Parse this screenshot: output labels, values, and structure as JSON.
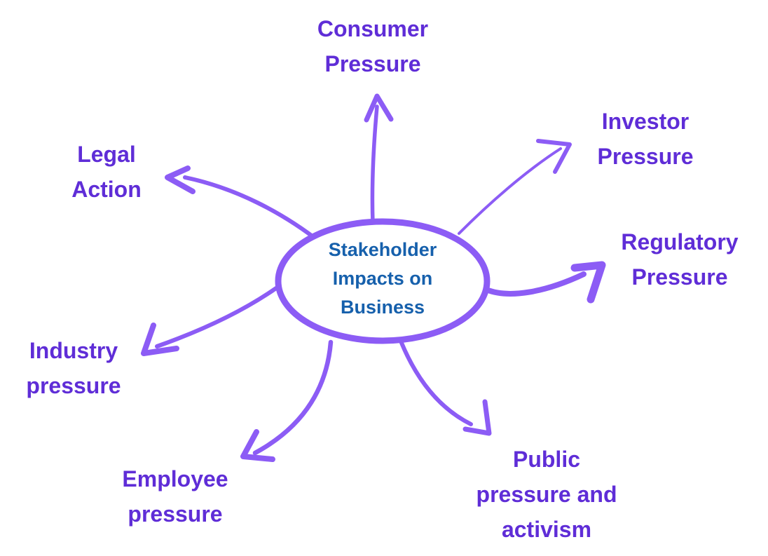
{
  "diagram": {
    "type": "mindmap",
    "center": {
      "label": "Stakeholder Impacts on Business",
      "lines": [
        "Stakeholder",
        "Impacts on",
        "Business"
      ]
    },
    "nodes": [
      {
        "id": "consumer-pressure",
        "label": "Consumer Pressure",
        "lines": [
          "Consumer",
          "Pressure"
        ],
        "direction": "top"
      },
      {
        "id": "investor-pressure",
        "label": "Investor Pressure",
        "lines": [
          "Investor",
          "Pressure"
        ],
        "direction": "top-right"
      },
      {
        "id": "regulatory-pressure",
        "label": "Regulatory Pressure",
        "lines": [
          "Regulatory",
          "Pressure"
        ],
        "direction": "right"
      },
      {
        "id": "public-pressure-activism",
        "label": "Public pressure and activism",
        "lines": [
          "Public",
          "pressure and",
          "activism"
        ],
        "direction": "bottom-right"
      },
      {
        "id": "employee-pressure",
        "label": "Employee pressure",
        "lines": [
          "Employee",
          "pressure"
        ],
        "direction": "bottom"
      },
      {
        "id": "industry-pressure",
        "label": "Industry pressure",
        "lines": [
          "Industry",
          "pressure"
        ],
        "direction": "bottom-left"
      },
      {
        "id": "legal-action",
        "label": "Legal Action",
        "lines": [
          "Legal",
          "Action"
        ],
        "direction": "top-left"
      }
    ],
    "colors": {
      "arrow": "#8c5cf5",
      "node_label": "#5f2dd7",
      "center_text": "#1660ac",
      "background": "#ffffff"
    }
  }
}
